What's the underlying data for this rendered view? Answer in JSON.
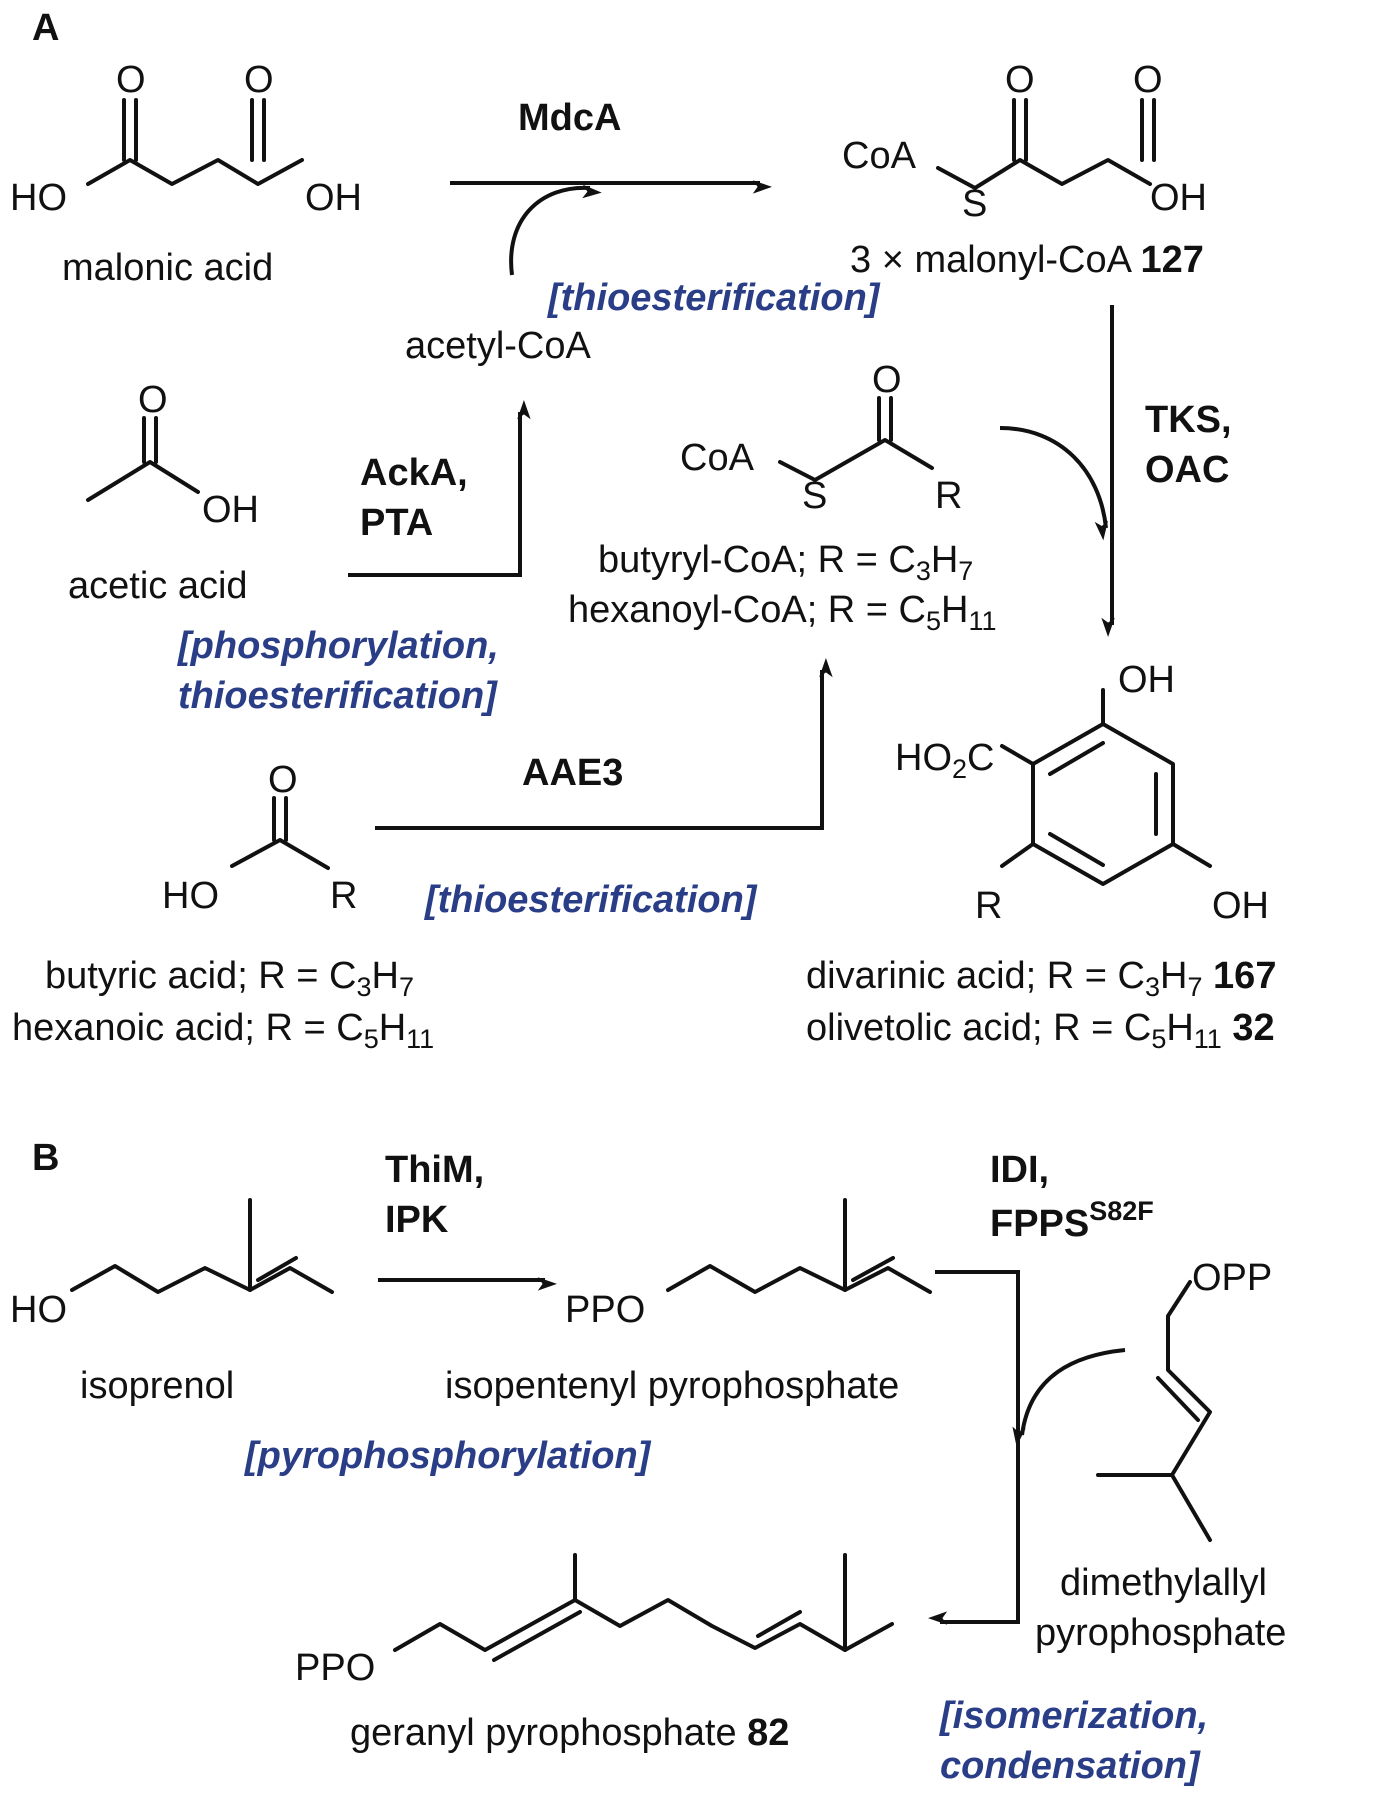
{
  "panels": {
    "a": "A",
    "b": "B"
  },
  "atoms": {
    "O": "O",
    "HO": "HO",
    "OH": "OH",
    "CoA": "CoA",
    "S": "S",
    "R": "R",
    "HO2C_main": "HO",
    "HO2C_sub": "2",
    "HO2C_end": "C",
    "PPO": "PPO",
    "OPP": "OPP"
  },
  "compounds": {
    "malonic_acid": "malonic acid",
    "malonyl_coa_prefix": "3 × malonyl-CoA",
    "malonyl_coa_num": "127",
    "acetyl_coa": "acetyl-CoA",
    "acetic_acid": "acetic acid",
    "butyryl_coa": {
      "name": "butyryl-CoA; R = C",
      "s1": "3",
      "m": "H",
      "s2": "7"
    },
    "hexanoyl_coa": {
      "name": "hexanoyl-CoA; R = C",
      "s1": "5",
      "m": "H",
      "s2": "11"
    },
    "butyric_acid": {
      "name": "butyric acid; R = C",
      "s1": "3",
      "m": "H",
      "s2": "7"
    },
    "hexanoic_acid": {
      "name": "hexanoic acid; R = C",
      "s1": "5",
      "m": "H",
      "s2": "11"
    },
    "divarinic_acid": {
      "name": "divarinic acid; R = C",
      "s1": "3",
      "m": "H",
      "s2": "7",
      "num": "167"
    },
    "olivetolic_acid": {
      "name": "olivetolic acid; R = C",
      "s1": "5",
      "m": "H",
      "s2": "11",
      "num": "32"
    },
    "isoprenol": "isoprenol",
    "ipp": "isopentenyl pyrophosphate",
    "dmapp_1": "dimethylallyl",
    "dmapp_2": "pyrophosphate",
    "gpp_prefix": "geranyl pyrophosphate",
    "gpp_num": "82"
  },
  "enzymes": {
    "mdca": "MdcA",
    "tks": "TKS,",
    "oac": "OAC",
    "acka": "AckA,",
    "pta": "PTA",
    "aae3": "AAE3",
    "thim": "ThiM,",
    "ipk": "IPK",
    "idi": "IDI,",
    "fpps": "FPPS",
    "fpps_sup": "S82F"
  },
  "processes": {
    "thio1": "[thioesterification]",
    "phos_1": "[phosphorylation,",
    "phos_2": "thioesterification]",
    "thio2": "[thioesterification]",
    "pyro": "[pyrophosphorylation]",
    "iso_1": "[isomerization,",
    "iso_2": "condensation]"
  }
}
